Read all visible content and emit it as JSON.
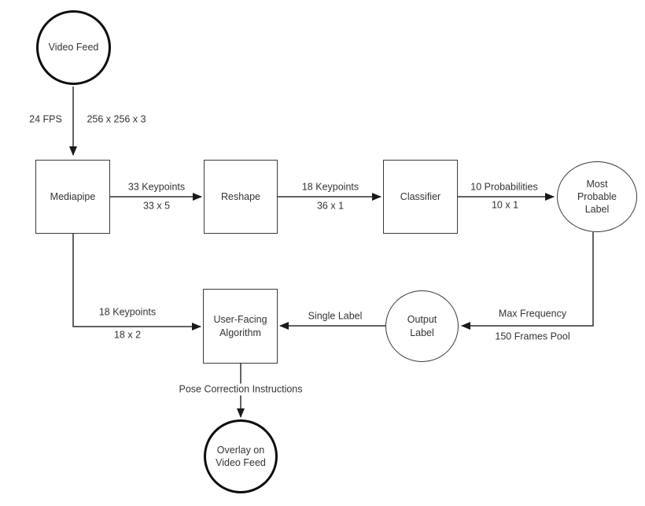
{
  "diagram": {
    "background_color": "#ffffff",
    "stroke_color": "#3a3a3a",
    "emphasis_stroke_color": "#0d0d0d",
    "text_color": "#333333",
    "nodes": {
      "video_feed": {
        "label": "Video Feed",
        "shape": "circle-bold"
      },
      "mediapipe": {
        "label": "Mediapipe",
        "shape": "rect"
      },
      "reshape": {
        "label": "Reshape",
        "shape": "rect"
      },
      "classifier": {
        "label": "Classifier",
        "shape": "rect"
      },
      "most_probable_label": {
        "label": "Most Probable Label",
        "shape": "ellipse"
      },
      "output_label": {
        "label": "Output Label",
        "shape": "circle"
      },
      "user_facing_algorithm": {
        "label": "User-Facing Algorithm",
        "shape": "rect"
      },
      "overlay_on_video_feed": {
        "label": "Overlay on Video Feed",
        "shape": "circle-bold"
      }
    },
    "edges": {
      "video_to_mediapipe": {
        "left_label": "24 FPS",
        "right_label": "256 x 256 x 3"
      },
      "mediapipe_to_reshape": {
        "top_label": "33 Keypoints",
        "bottom_label": "33 x 5"
      },
      "reshape_to_classifier": {
        "top_label": "18 Keypoints",
        "bottom_label": "36 x 1"
      },
      "classifier_to_most_probable": {
        "top_label": "10 Probabilities",
        "bottom_label": "10 x 1"
      },
      "most_probable_to_output": {
        "top_label": "Max Frequency",
        "bottom_label": "150 Frames Pool"
      },
      "output_to_user_facing": {
        "label": "Single Label"
      },
      "mediapipe_to_user_facing": {
        "top_label": "18 Keypoints",
        "bottom_label": "18 x 2"
      },
      "user_facing_to_overlay": {
        "label": "Pose Correction Instructions"
      }
    }
  }
}
